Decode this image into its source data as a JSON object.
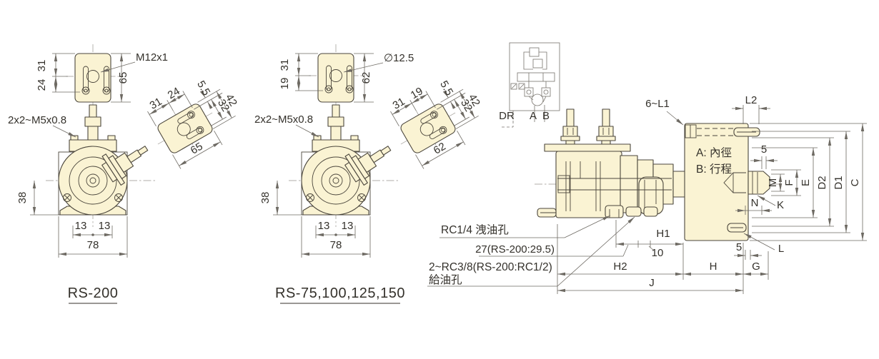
{
  "drawing": {
    "rs200": {
      "name": "RS-200",
      "thread_label": "M12x1",
      "screw_label": "2x2~M5x0.8",
      "dims": {
        "d31": "31",
        "d24": "24",
        "d65": "65",
        "d38": "38",
        "d13": "13",
        "d78": "78",
        "d5_5": "5.5",
        "d32": "32",
        "d42": "42"
      }
    },
    "rs75": {
      "name": "RS-75,100,125,150",
      "hole_label": "∅12.5",
      "screw_label": "2x2~M5x0.8",
      "dims": {
        "d31": "31",
        "d19": "19",
        "d62": "62",
        "d38": "38",
        "d13": "13",
        "d78": "78",
        "d5_5": "5.5",
        "d32": "32",
        "d42": "42"
      }
    },
    "side": {
      "schematic": {
        "dr": "DR",
        "a": "A",
        "b": "B"
      },
      "callouts": {
        "bolt_holes": "6~L1",
        "bore": "A: 內徑",
        "stroke": "B: 行程",
        "drain_port": "RC1/4 洩油孔",
        "offset_27": "27(RS-200:29.5)",
        "feed_port_line1": "2~RC3/8(RS-200:RC1/2)",
        "feed_port_line2": "給油孔"
      },
      "dims": {
        "l2": "L2",
        "five": "5",
        "m": "M",
        "f": "F",
        "e": "E",
        "d2": "D2",
        "d1": "D1",
        "c": "C",
        "n": "N",
        "k": "K",
        "l": "L",
        "h1": "H1",
        "ten": "10",
        "h2": "H2",
        "h": "H",
        "g": "G",
        "j": "J"
      }
    }
  }
}
